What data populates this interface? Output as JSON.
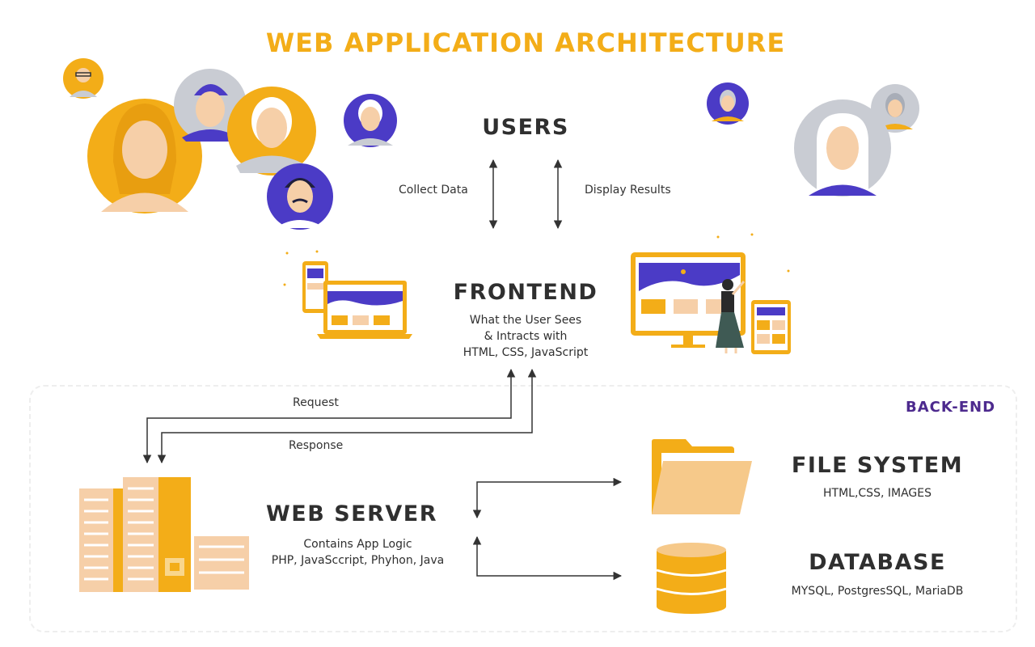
{
  "title": "WEB APPLICATION ARCHITECTURE",
  "users": {
    "title": "USERS",
    "collect_label": "Collect Data",
    "display_label": "Display Results"
  },
  "frontend": {
    "title": "FRONTEND",
    "line1": "What the User Sees",
    "line2": "& Intracts with",
    "line3": "HTML, CSS, JavaScript"
  },
  "edges": {
    "request": "Request",
    "response": "Response"
  },
  "backend": {
    "label": "BACK-END"
  },
  "web_server": {
    "title": "WEB SERVER",
    "line1": "Contains App Logic",
    "line2": "PHP, JavaSccript, Phyhon, Java"
  },
  "file_system": {
    "title": "FILE SYSTEM",
    "sub": "HTML,CSS, IMAGES"
  },
  "database": {
    "title": "DATABASE",
    "sub": "MYSQL, PostgresSQL, MariaDB"
  },
  "colors": {
    "accent": "#f3ad18",
    "purple": "#4b3bc6",
    "dark_purple": "#4d2a8e",
    "skin": "#f6cfa8",
    "grey": "#c9ccd3"
  }
}
